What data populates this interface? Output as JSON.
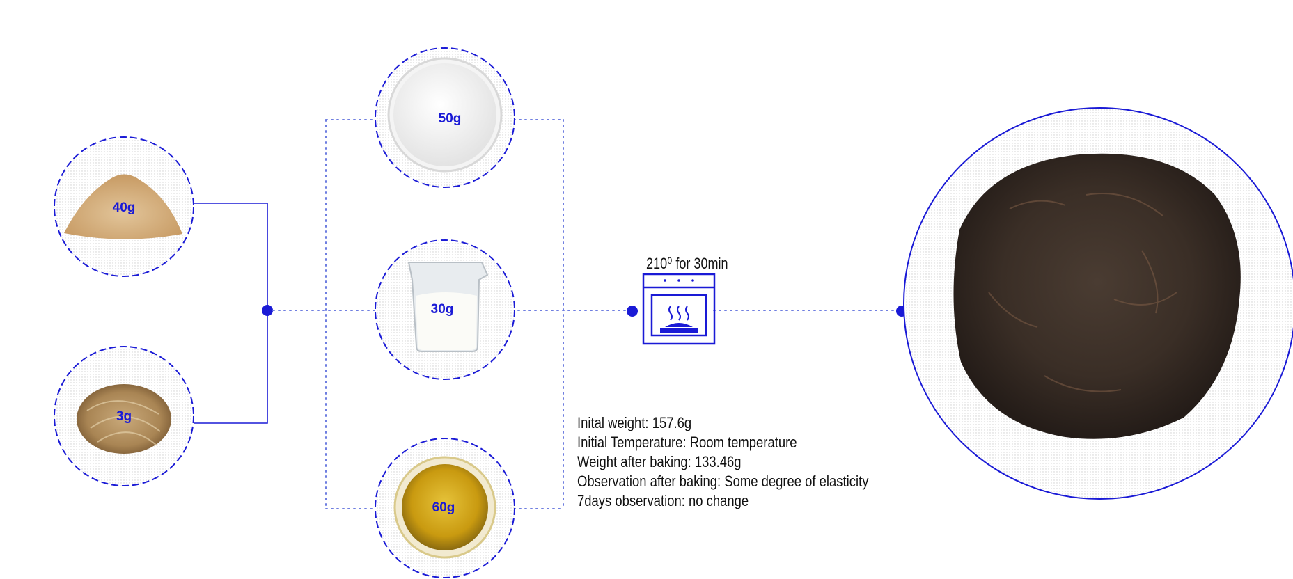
{
  "ingredients": [
    {
      "name": "sawdust",
      "amount": "40g"
    },
    {
      "name": "fiber",
      "amount": "3g"
    },
    {
      "name": "powder",
      "amount": "50g"
    },
    {
      "name": "milk",
      "amount": "30g"
    },
    {
      "name": "oil",
      "amount": "60g"
    }
  ],
  "process": {
    "text": "210⁰ for 30min",
    "icon": "oven-icon"
  },
  "notes": [
    "Inital weight: 157.6g",
    "Initial Temperature: Room temperature",
    "Weight after baking:  133.46g",
    "Observation after baking: Some degree of elasticity",
    "7days observation: no change"
  ],
  "colors": {
    "accent": "#1a1ad6",
    "dotted": "#6f7ee0"
  }
}
